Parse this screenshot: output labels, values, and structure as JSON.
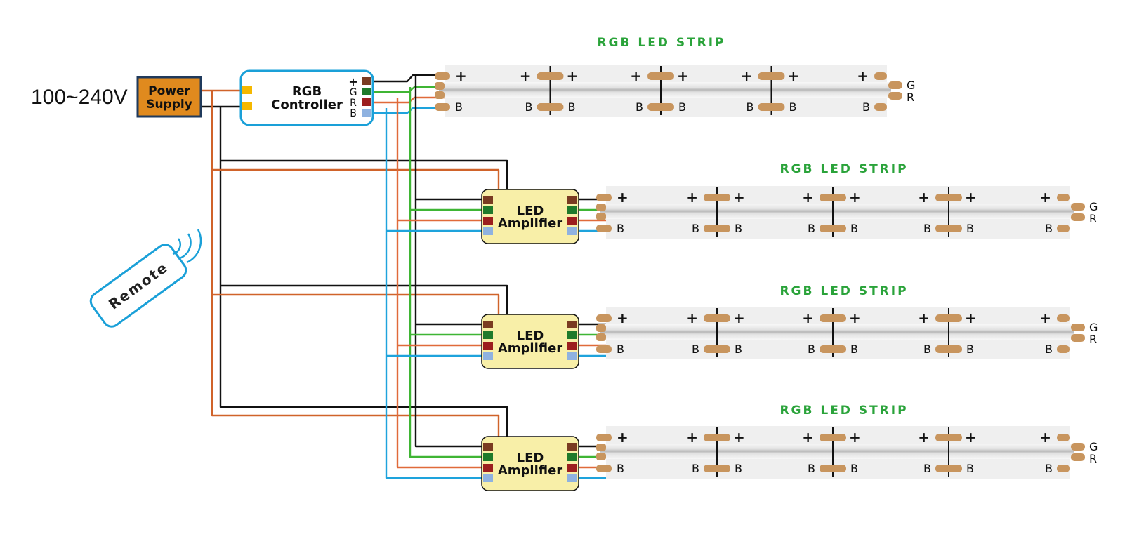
{
  "input_voltage": "100~240V",
  "power_supply": {
    "line1": "Power",
    "line2": "Supply",
    "fill": "#e08a1e",
    "border": "#1f3a5c"
  },
  "controller": {
    "line1": "RGB",
    "line2": "Controller",
    "pin_labels": [
      "+",
      "G",
      "R",
      "B"
    ],
    "border": "#1aa0d8"
  },
  "remote": {
    "label": "Remote",
    "border": "#1aa0d8"
  },
  "amplifier": {
    "line1": "LED",
    "line2": "Amplifier",
    "fill": "#f8efa8",
    "count": 3
  },
  "strips": [
    {
      "title": "RGB  LED  STRIP"
    },
    {
      "title": "RGB  LED  STRIP"
    },
    {
      "title": "RGB  LED  STRIP"
    },
    {
      "title": "RGB  LED  STRIP"
    }
  ],
  "strip_labels": {
    "plus": "+",
    "blue": "B",
    "green": "G",
    "red": "R"
  },
  "colors": {
    "wire_power": "#d0632a",
    "wire_black": "#111111",
    "wire_green": "#3fb534",
    "wire_red": "#e06a3a",
    "wire_blue": "#1ea3dc",
    "pad": "#c8955e",
    "strip_title": "#2aa33a",
    "pin_plus": "#7a3b22",
    "pin_green": "#1f7a2b",
    "pin_red": "#9c1e1e",
    "pin_blue": "#8fb2e0"
  }
}
